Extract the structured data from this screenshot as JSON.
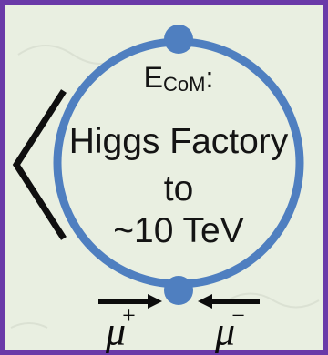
{
  "colors": {
    "frame": "#6a3aa8",
    "ring": "#4f7fc0",
    "background": "#e9efe1",
    "line": "#0f0f0f"
  },
  "ring_label": {
    "title": "E",
    "title_subscript": "CoM",
    "title_suffix": ":",
    "line1": "Higgs Factory",
    "line2": "to",
    "line3": "~10 TeV"
  },
  "beams": {
    "left": {
      "symbol": "μ",
      "sign": "+",
      "direction": "right"
    },
    "right": {
      "symbol": "μ",
      "sign": "−",
      "direction": "left"
    }
  }
}
